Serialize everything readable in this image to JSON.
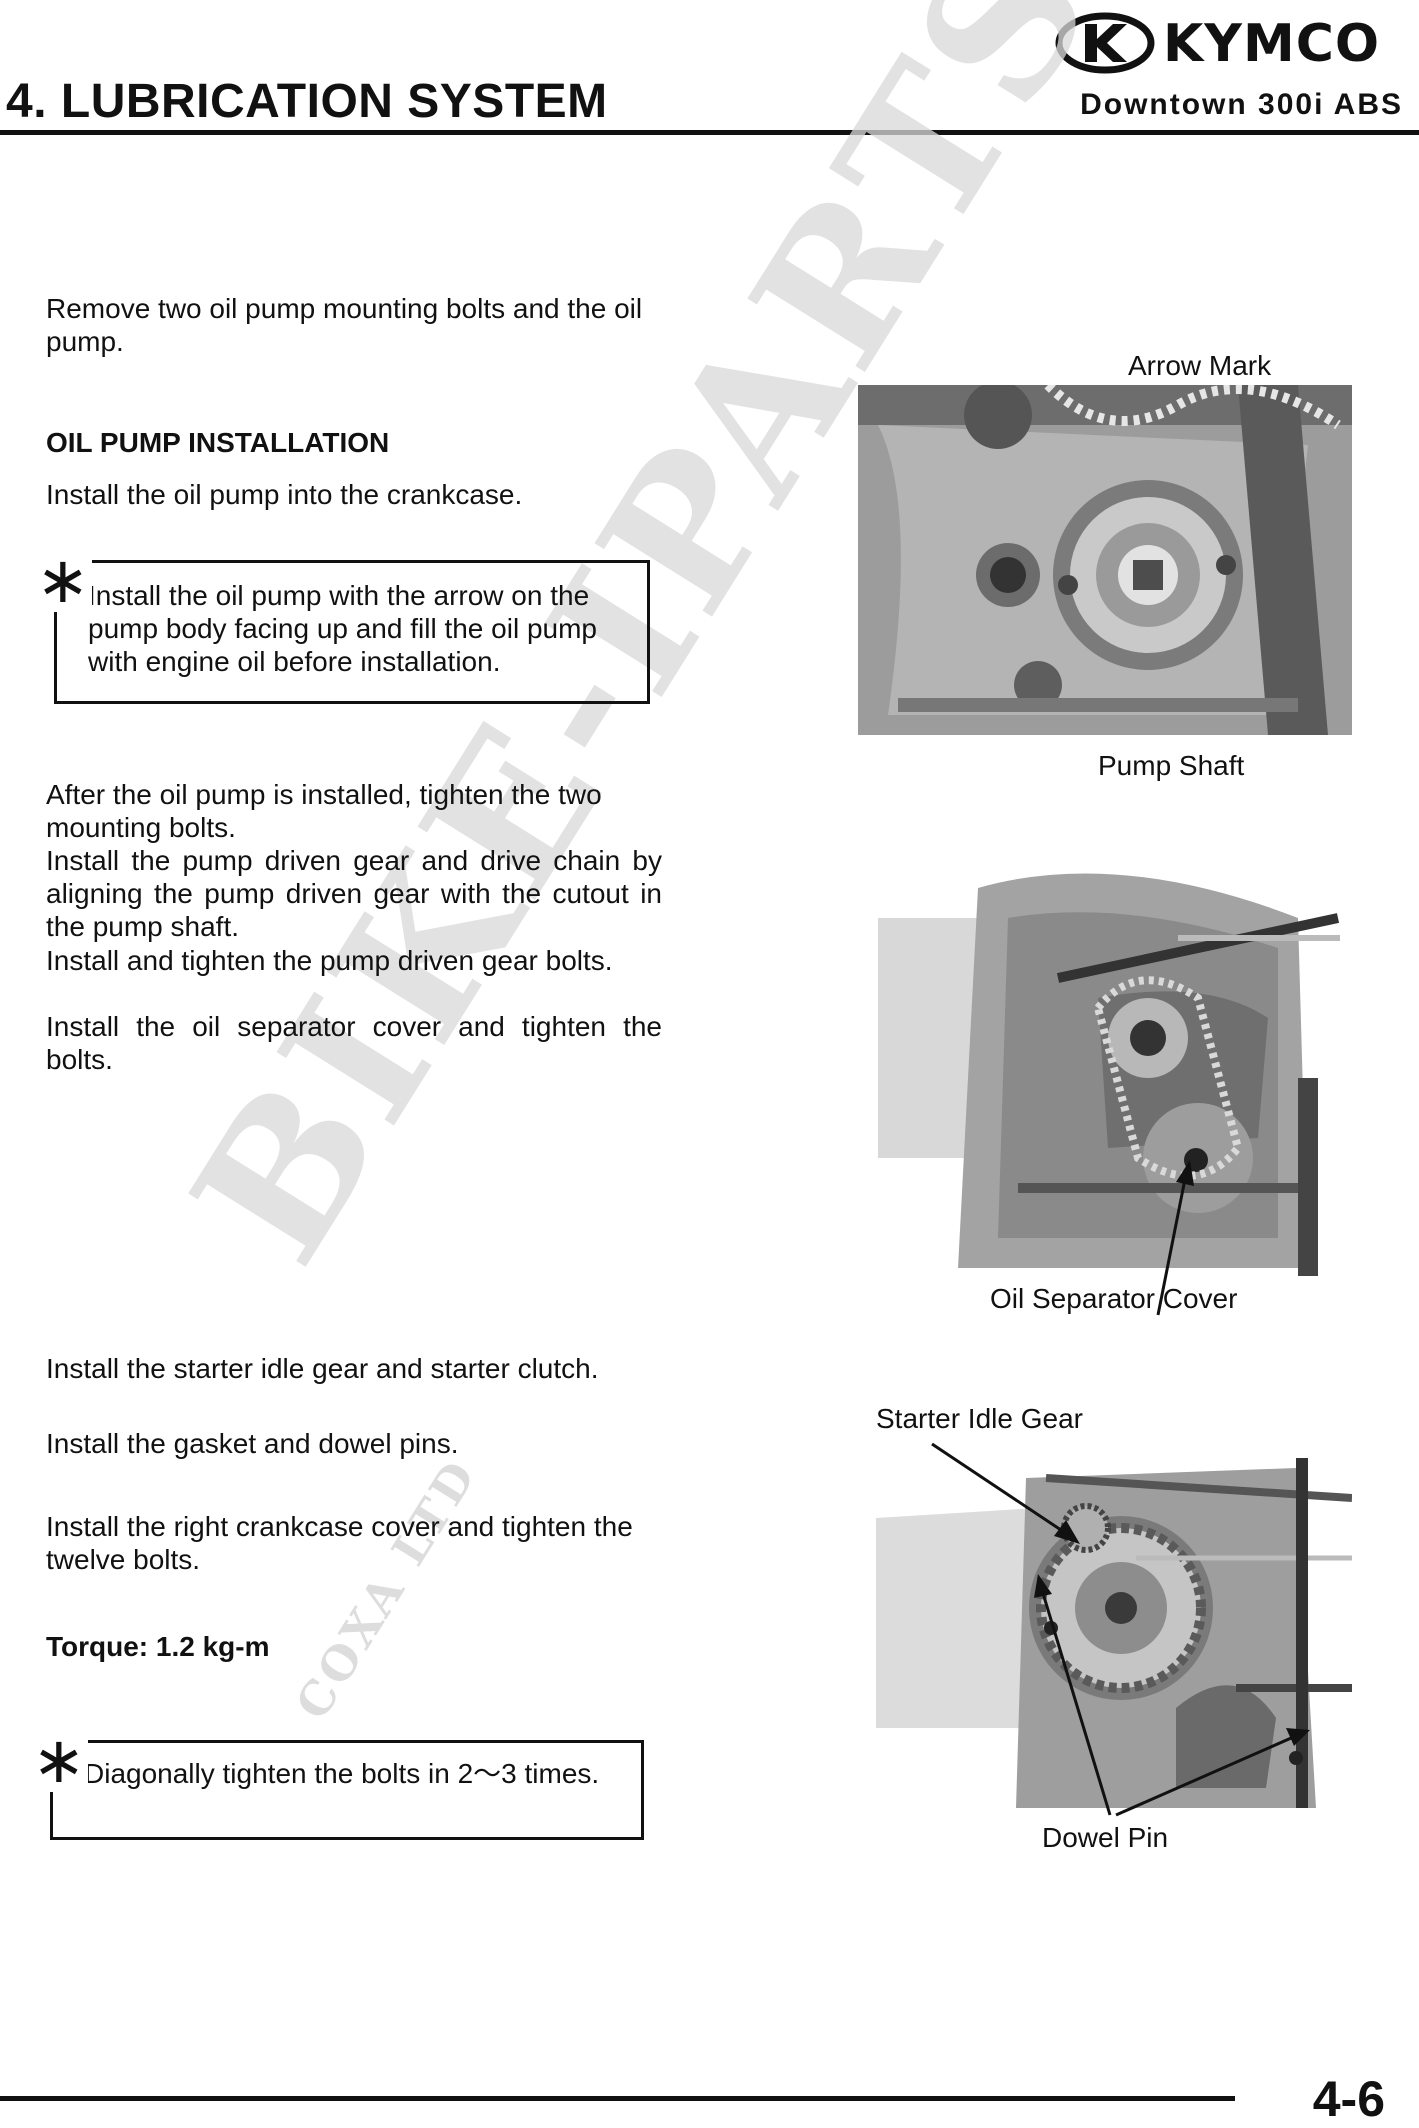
{
  "header": {
    "chapter_title": "4. LUBRICATION SYSTEM",
    "model": "Downtown 300i ABS",
    "logo_text": "KYMCO",
    "logo_icon": "kymco-logo-icon"
  },
  "body": {
    "remove_text": "Remove two oil pump mounting bolts and the oil pump.",
    "install_heading": "OIL PUMP INSTALLATION",
    "install_text": "Install the oil pump into the crankcase.",
    "note1": "Install the oil pump with the arrow on the pump body facing up and fill the oil pump with engine oil before installation.",
    "after_install_1": "After the oil pump is installed, tighten the two mounting bolts.",
    "after_install_2": "Install the pump driven gear and drive chain by aligning the pump driven gear with the cutout in the pump shaft.",
    "after_install_3": "Install and tighten the pump driven gear bolts.",
    "separator_text": "Install the oil separator cover and tighten the bolts.",
    "starter_text": "Install the starter idle gear and starter clutch.",
    "gasket_text": "Install the gasket and dowel pins.",
    "cover_text": "Install the right crankcase cover and tighten the twelve bolts.",
    "torque": "Torque: 1.2 kg-m",
    "note2": "Diagonally tighten the bolts in 2～3 times.",
    "note_symbol": "∗"
  },
  "figures": {
    "fig1_label_top": "Arrow Mark",
    "fig1_label_bottom": "Pump Shaft",
    "fig2_label": "Oil Separator Cover",
    "fig3_label_top": "Starter Idle Gear",
    "fig3_label_bottom": "Dowel Pin"
  },
  "watermark": {
    "main": "BIKE-IPARTS",
    "sub": "COXA LTD"
  },
  "footer": {
    "page_number": "4-6"
  }
}
